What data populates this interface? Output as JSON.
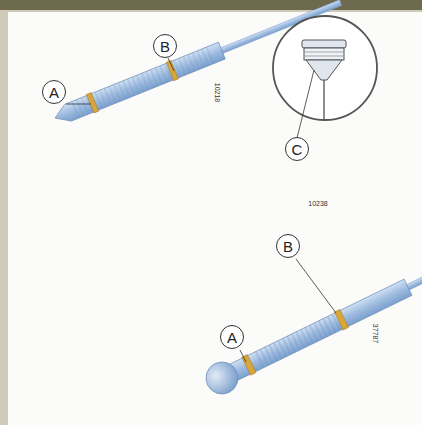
{
  "diagram": {
    "nodes": [
      {
        "text": [
          "A"
        ]
      },
      {
        "text": [
          "B"
        ]
      },
      {
        "text": [
          "C"
        ]
      },
      {
        "text": [
          "A"
        ]
      },
      {
        "text": [
          "B"
        ]
      }
    ],
    "labels": [
      "10218",
      "10238",
      "37787"
    ]
  }
}
